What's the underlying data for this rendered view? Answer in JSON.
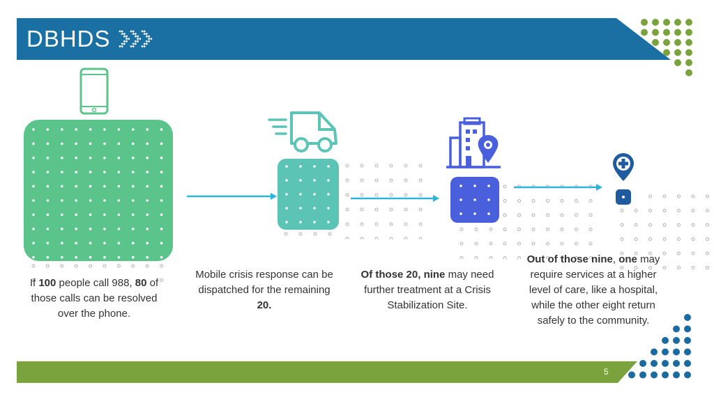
{
  "header": {
    "logo_text": "DBHDS",
    "colors": {
      "bar": "#1a6fa3",
      "green": "#7aa33d",
      "teal_dark": "#1b6aa0"
    }
  },
  "steps": [
    {
      "icon": "phone-icon",
      "color": "#5bc48a",
      "caption": {
        "pre": "If ",
        "b1": "100",
        "mid1": " people call 988, ",
        "b2": "80",
        "post": " of those calls can be resolved over the phone."
      }
    },
    {
      "icon": "truck-icon",
      "color": "#5bc4b5",
      "caption": {
        "pre": "Mobile crisis response can be dispatched for the remaining ",
        "b1": "20.",
        "post": ""
      }
    },
    {
      "icon": "building-location-icon",
      "color": "#4a5fdc",
      "caption": {
        "b1": "Of those 20, nine",
        "post": " may need further treatment at a Crisis Stabilization Site."
      }
    },
    {
      "icon": "hospital-pin-icon",
      "color": "#1f5b9e",
      "caption": {
        "b1": "Out of those nine",
        "mid1": ", ",
        "b2": "one",
        "post": " may require services at a higher level of care, like a hospital, while the other eight return safely to the community."
      }
    }
  ],
  "footer": {
    "page_number": "5"
  }
}
